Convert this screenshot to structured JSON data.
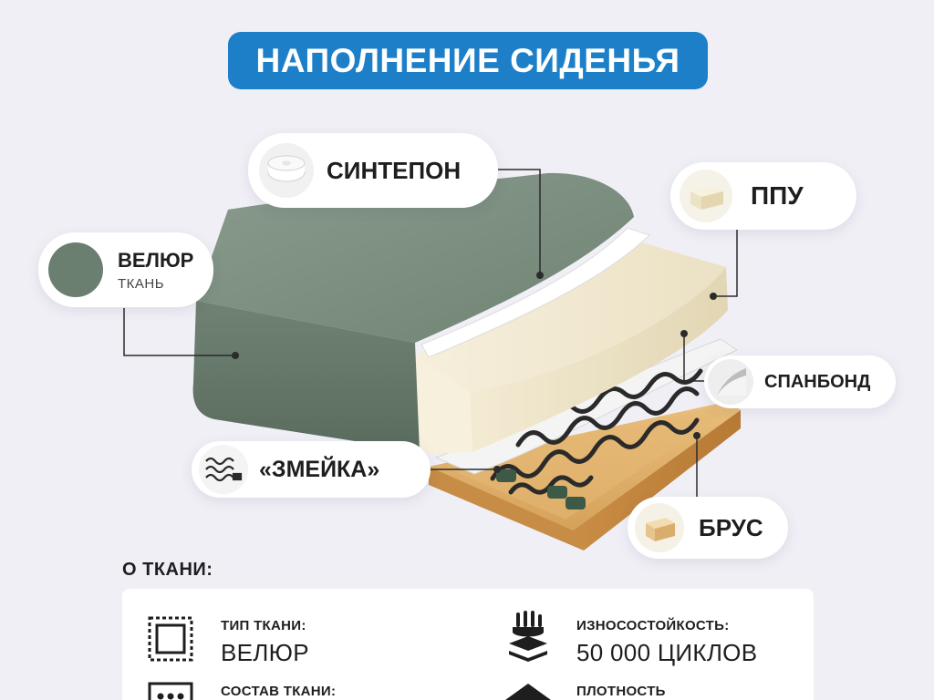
{
  "header": {
    "title": "НАПОЛНЕНИЕ СИДЕНЬЯ"
  },
  "layers": {
    "velour": {
      "label": "ВЕЛЮР",
      "sub": "ТКАНЬ"
    },
    "sintepon": {
      "label": "СИНТЕПОН"
    },
    "ppu": {
      "label": "ППУ"
    },
    "spanbond": {
      "label": "СПАНБОНД"
    },
    "zmeika": {
      "label": "«ЗМЕЙКА»"
    },
    "brus": {
      "label": "БРУС"
    }
  },
  "fabric": {
    "title": "О ТКАНИ:",
    "items": [
      {
        "key": "ТИП ТКАНИ:",
        "value": "ВЕЛЮР",
        "icon": "fabric-roll-icon"
      },
      {
        "key": "ИЗНОСОСТОЙКОСТЬ:",
        "value": "50 000 ЦИКЛОВ",
        "icon": "wear-resistance-icon"
      },
      {
        "key": "СОСТАВ ТКАНИ:",
        "value": "",
        "icon": "composition-icon"
      },
      {
        "key": "ПЛОТНОСТЬ",
        "value": "",
        "icon": "density-icon"
      }
    ]
  },
  "colors": {
    "accent": "#1e7fc9",
    "velour": "#6b7f70",
    "foam": "#f2ead4",
    "wood": "#d9a760",
    "background": "#f0eff6"
  }
}
